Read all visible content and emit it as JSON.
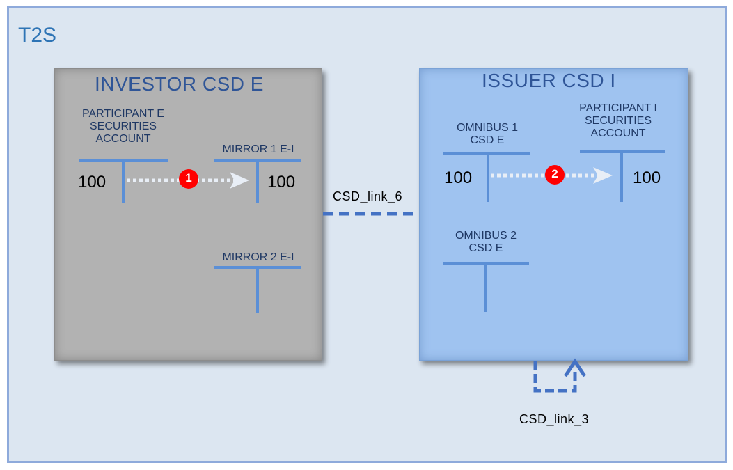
{
  "frame": {
    "title": "T2S"
  },
  "investor": {
    "title": "INVESTOR CSD E",
    "participant_account": {
      "label": "PARTICIPANT E\nSECURITIES\nACCOUNT",
      "amount": "100"
    },
    "mirror1": {
      "label": "MIRROR 1 E-I",
      "amount": "100"
    },
    "mirror2": {
      "label": "MIRROR 2 E-I"
    }
  },
  "issuer": {
    "title": "ISSUER CSD I",
    "omnibus1": {
      "label": "OMNIBUS 1\nCSD E",
      "amount": "100"
    },
    "participant_account": {
      "label": "PARTICIPANT I\nSECURITIES\nACCOUNT",
      "amount": "100"
    },
    "omnibus2": {
      "label": "OMNIBUS 2\nCSD E"
    }
  },
  "steps": {
    "step1": "1",
    "step2": "2"
  },
  "links": {
    "link6": "CSD_link_6",
    "link3": "CSD_link_3"
  },
  "colors": {
    "frame_bg": "#dce6f1",
    "frame_border": "#8eaadb",
    "investor_bg": "#b2b2b2",
    "issuer_bg": "#9fc3f0",
    "t_account_line": "#5b8fd6",
    "link_line": "#4472c4",
    "step_badge": "#ff0000"
  }
}
